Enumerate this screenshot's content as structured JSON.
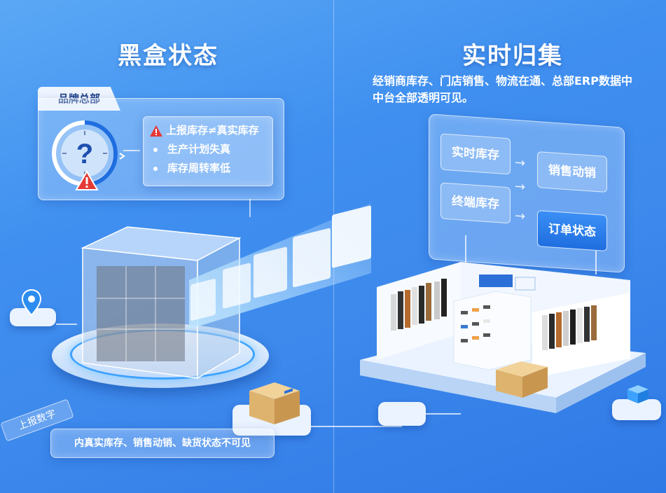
{
  "left": {
    "title": "黑盒状态",
    "hq_label": "品牌总部",
    "issues": [
      "上报库存≠真实库存",
      "生产计划失真",
      "库存周转率低"
    ],
    "bottom_note": "内真实库存、销售动销、缺货状态不可见",
    "tag_label": "上报数字"
  },
  "right": {
    "title": "实时归集",
    "subtitle_line1": "经销商库存、门店销售、物流在通、总部ERP数据中",
    "subtitle_line2": "中台全部透明可见。",
    "board": {
      "items": [
        "实时库存",
        "销售动销",
        "终端库存",
        "订单状态"
      ]
    }
  },
  "colors": {
    "background": "#3f8ff0",
    "accent": "#1f6ee0",
    "warning": "#e53935",
    "panel_text": "#1d3f86"
  },
  "icons": [
    "question-clock-icon",
    "warning-icon",
    "location-pin-icon",
    "package-box-icon",
    "cube-icon",
    "store-icon"
  ]
}
